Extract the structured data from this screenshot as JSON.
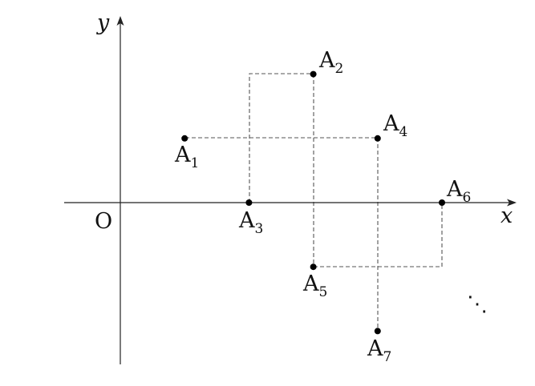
{
  "axes": {
    "x_label": "x",
    "y_label": "y",
    "origin_label": "O"
  },
  "points": [
    {
      "letter": "A",
      "index": "1",
      "x": 1,
      "y": 1
    },
    {
      "letter": "A",
      "index": "2",
      "x": 3,
      "y": 2
    },
    {
      "letter": "A",
      "index": "3",
      "x": 2,
      "y": 0
    },
    {
      "letter": "A",
      "index": "4",
      "x": 4,
      "y": 1
    },
    {
      "letter": "A",
      "index": "5",
      "x": 3,
      "y": -1
    },
    {
      "letter": "A",
      "index": "6",
      "x": 5,
      "y": 0
    },
    {
      "letter": "A",
      "index": "7",
      "x": 4,
      "y": -2
    }
  ],
  "ellipsis": "⋱"
}
